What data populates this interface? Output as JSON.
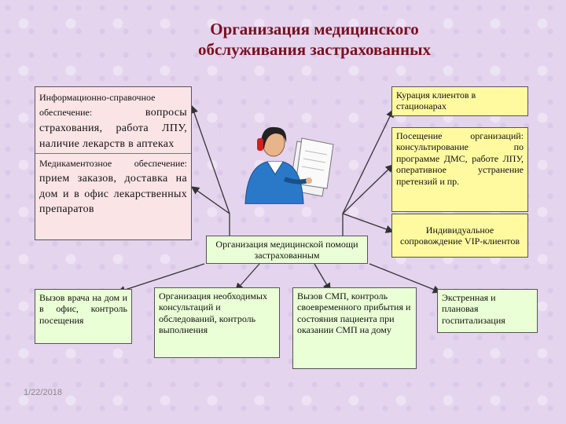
{
  "title": {
    "line1": "Организация медицинского",
    "line2": "обслуживания застрахованных"
  },
  "left_box": {
    "section1_head": "Информационно-справочное обеспечение:",
    "section1_body": "вопросы страхования, работа ЛПУ, наличие лекарств в аптеках",
    "section2_head": "Медикаментозное обеспечение:",
    "section2_body": "прием заказов, доставка на дом и в офис лекарственных препаратов"
  },
  "center_box": "Организация медицинской помощи застрахованным",
  "right_boxes": [
    "Курация клиентов в стационарах",
    "Посещение организаций: консультирование по программе ДМС, работе ЛПУ, оперативное устранение претензий и пр.",
    "Индивидуальное сопровождение VIP-клиентов"
  ],
  "bottom_boxes": [
    "Вызов врача на дом и в офис, контроль посещения",
    "Организация необходимых консультаций и обследований, контроль выполнения",
    "Вызов СМП, контроль своевременного прибытия и состояния пациента при оказании СМП на дому",
    "Экстренная и плановая госпитализация"
  ],
  "date": "1/22/2018",
  "colors": {
    "title": "#7a1020",
    "pink_box": "#fbe4e6",
    "yellow_box": "#fffaa0",
    "green_box": "#eaffd6"
  },
  "icons": {
    "figure": "operator-with-phone-icon"
  }
}
